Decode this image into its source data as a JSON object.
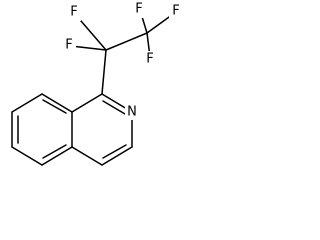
{
  "molecule": {
    "atoms": {
      "n1": "N",
      "f_ul": "F",
      "f_ll": "F",
      "f_tr1": "F",
      "f_tr2": "F",
      "f_r": "F"
    }
  }
}
